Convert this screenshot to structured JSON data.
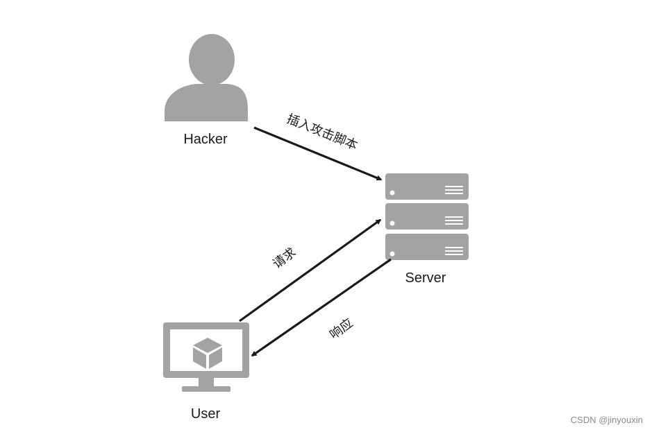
{
  "nodes": {
    "hacker": {
      "label": "Hacker",
      "icon": "person-icon"
    },
    "server": {
      "label": "Server",
      "icon": "server-rack-icon"
    },
    "user": {
      "label": "User",
      "icon": "monitor-icon"
    }
  },
  "edges": [
    {
      "id": "inject",
      "from": "hacker",
      "to": "server",
      "label": "插入攻击脚本"
    },
    {
      "id": "request",
      "from": "user",
      "to": "server",
      "label": "请求"
    },
    {
      "id": "response",
      "from": "server",
      "to": "user",
      "label": "响应"
    }
  ],
  "watermark": "CSDN @jinyouxin",
  "colors": {
    "icon": "#a3a3a3",
    "edge": "#1a1a1a",
    "text": "#1a1a1a",
    "watermark": "#8a8a8a"
  }
}
